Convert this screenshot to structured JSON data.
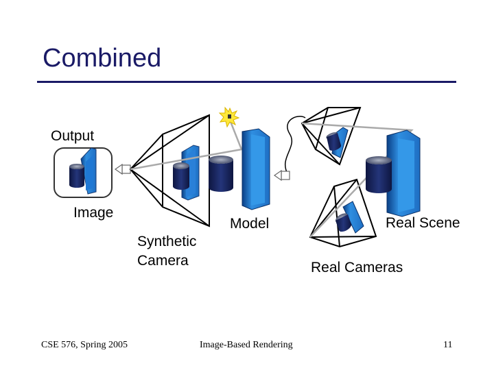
{
  "slide": {
    "title": "Combined"
  },
  "labels": {
    "output": "Output",
    "image": "Image",
    "synthetic_line1": "Synthetic",
    "synthetic_line2": "Camera",
    "model": "Model",
    "real_scene": "Real Scene",
    "real_cameras": "Real Cameras"
  },
  "footer": {
    "course": "CSE 576, Spring 2005",
    "topic": "Image-Based Rendering",
    "page": "11"
  },
  "colors": {
    "title": "#1a1a66",
    "panel_blue": "#2f8ee0",
    "panel_dark": "#0a3f85",
    "cylinder_dark": "#1c2a66",
    "ray_gray": "#aaaaaa",
    "light_yellow": "#ffe83a"
  }
}
